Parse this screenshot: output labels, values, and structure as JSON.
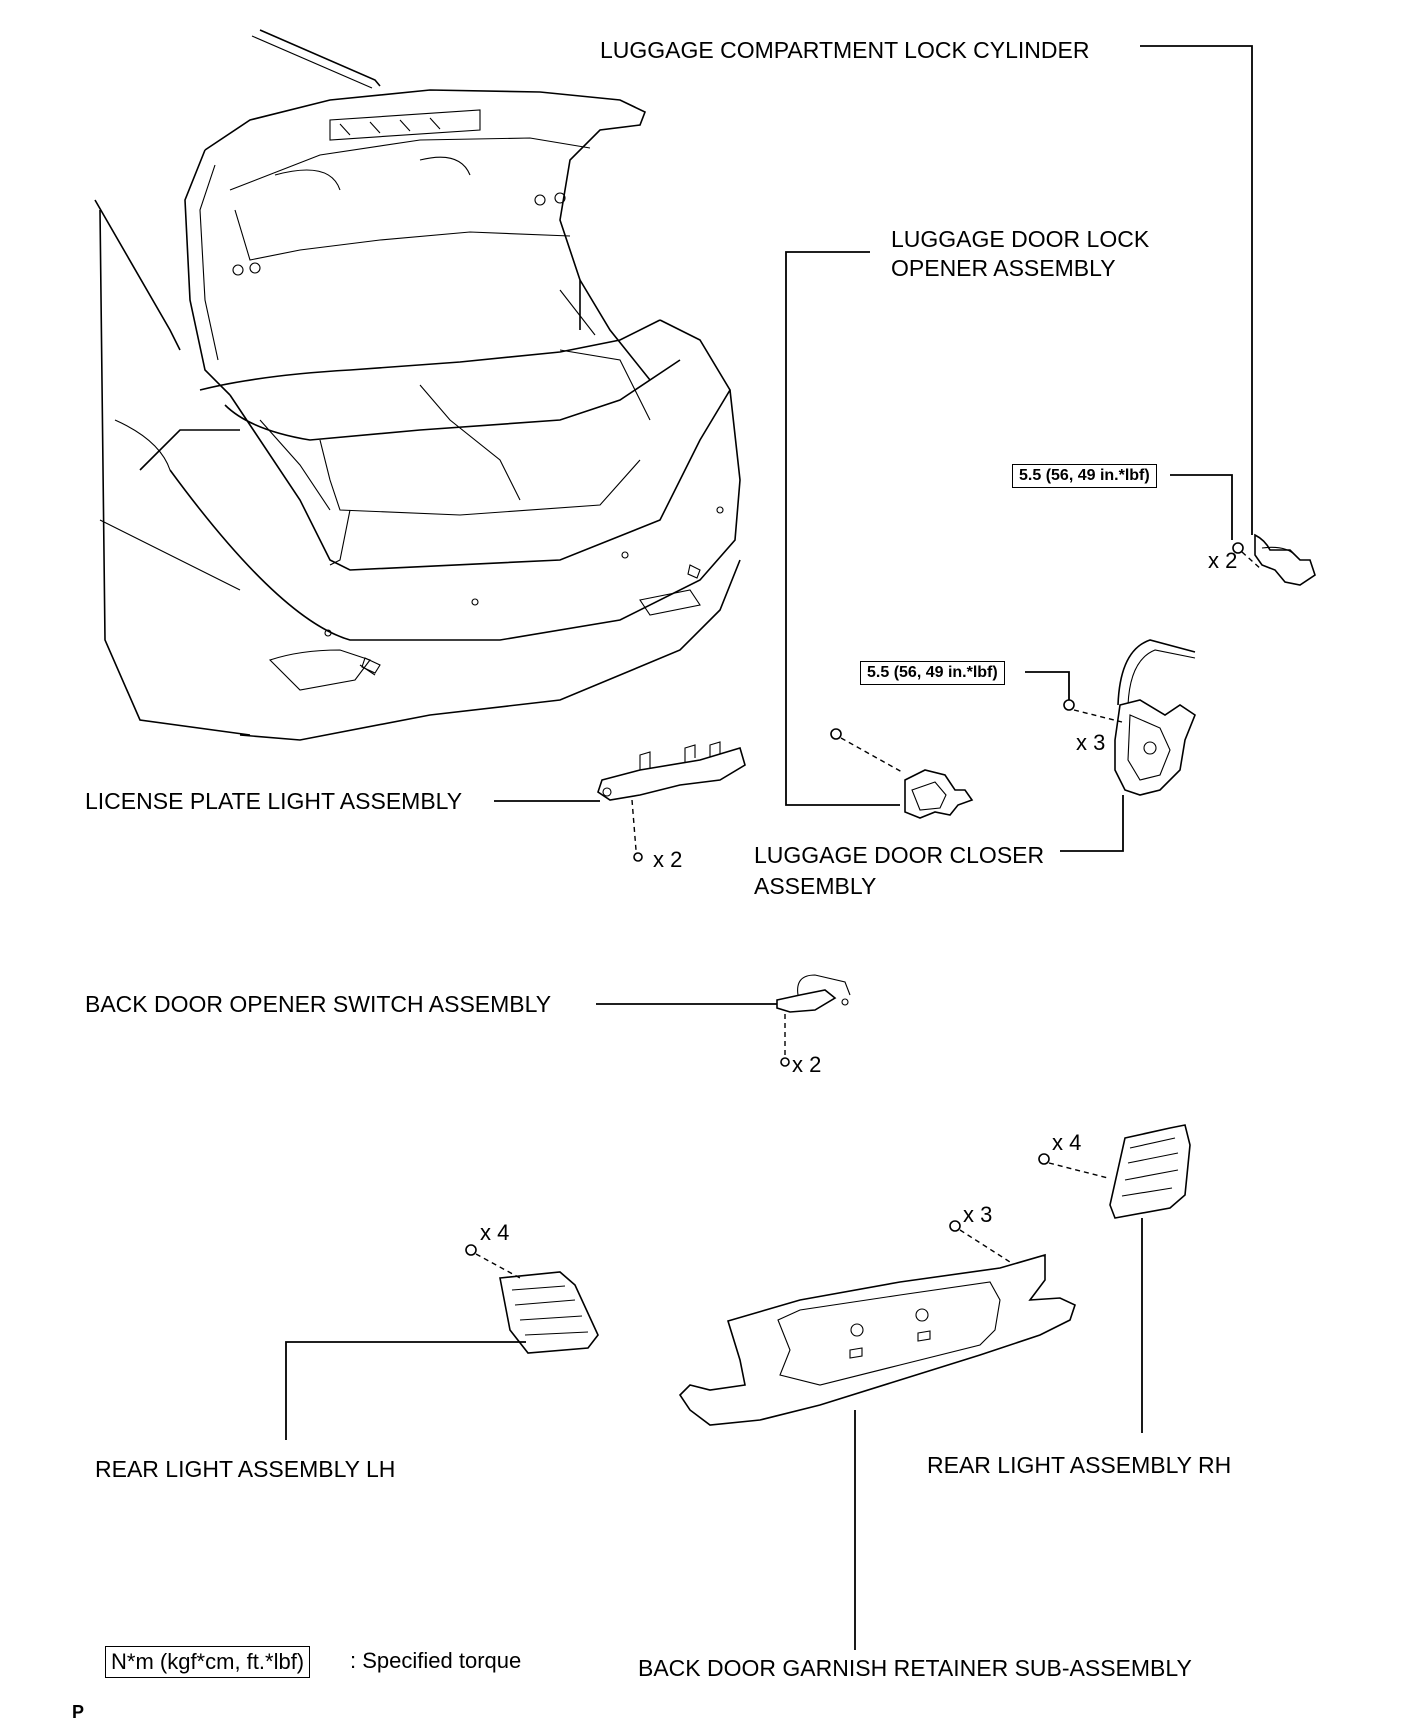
{
  "labels": {
    "lock_cylinder": "LUGGAGE COMPARTMENT LOCK CYLINDER",
    "door_lock_opener_line1": "LUGGAGE DOOR LOCK",
    "door_lock_opener_line2": "OPENER ASSEMBLY",
    "license_plate_light": "LICENSE PLATE LIGHT ASSEMBLY",
    "door_closer_line1": "LUGGAGE DOOR CLOSER",
    "door_closer_line2": "ASSEMBLY",
    "back_door_opener_switch": "BACK DOOR OPENER SWITCH ASSEMBLY",
    "rear_light_lh": "REAR LIGHT ASSEMBLY LH",
    "rear_light_rh": "REAR LIGHT ASSEMBLY RH",
    "garnish_retainer": "BACK DOOR GARNISH RETAINER SUB-ASSEMBLY"
  },
  "torque": {
    "lock_cylinder": "5.5 (56, 49 in.*lbf)",
    "door_closer": "5.5 (56, 49 in.*lbf)"
  },
  "quantities": {
    "lock_cylinder_nuts": "x 2",
    "door_closer_bolts": "x 3",
    "license_plate_screws": "x 2",
    "opener_switch_screws": "x 2",
    "rear_light_rh_nuts": "x 4",
    "garnish_nuts": "x 3",
    "rear_light_lh_nuts": "x 4"
  },
  "legend": {
    "box": "N*m (kgf*cm, ft.*lbf)",
    "text": ": Specified torque"
  },
  "page_mark": "P"
}
